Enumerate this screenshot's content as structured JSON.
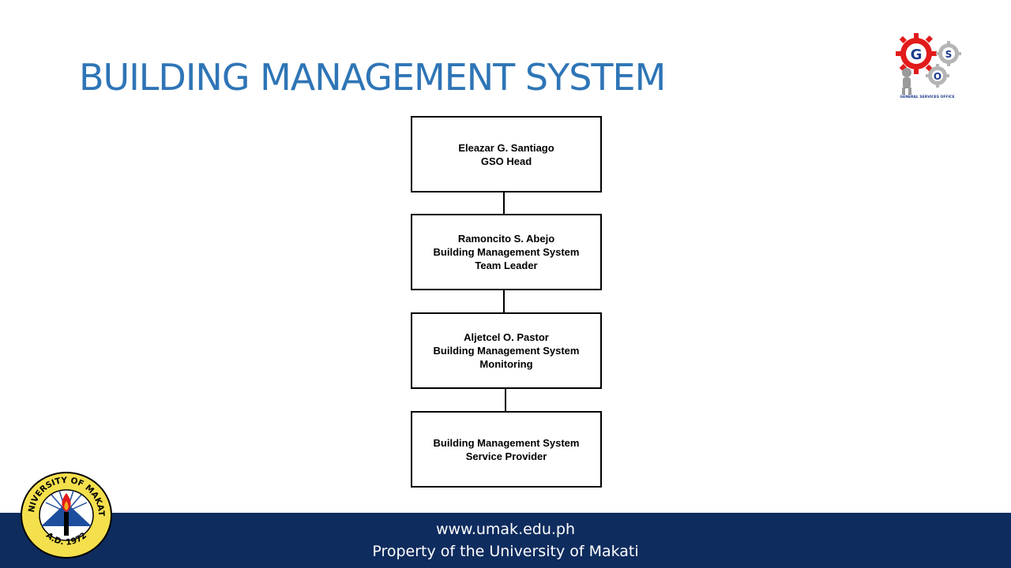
{
  "title": "BUILDING MANAGEMENT SYSTEM",
  "org_chart": {
    "nodes": [
      {
        "lines": [
          "Eleazar G. Santiago",
          "GSO Head"
        ]
      },
      {
        "lines": [
          "Ramoncito S. Abejo",
          "Building Management System",
          "Team Leader"
        ]
      },
      {
        "lines": [
          "Aljetcel O. Pastor",
          "Building Management System",
          "Monitoring"
        ]
      },
      {
        "lines": [
          "Building Management System",
          "Service Provider"
        ]
      }
    ]
  },
  "footer": {
    "website": "www.umak.edu.ph",
    "property": "Property of the University of Makati"
  },
  "logos": {
    "gso": {
      "letters": [
        "G",
        "S",
        "O"
      ],
      "caption": "GENERAL SERVICES OFFICE",
      "icon": "gears-icon"
    },
    "seal": {
      "text_top": "UNIVERSITY OF MAKATI",
      "text_bottom": "A.D. 1972",
      "icon": "torch-icon"
    }
  },
  "colors": {
    "title": "#2E75B6",
    "footer_bg": "#0F2C5E",
    "box_border": "#000000",
    "gear_red": "#E21B1B",
    "seal_yellow": "#F4E04D",
    "seal_blue": "#1D4E9E"
  }
}
